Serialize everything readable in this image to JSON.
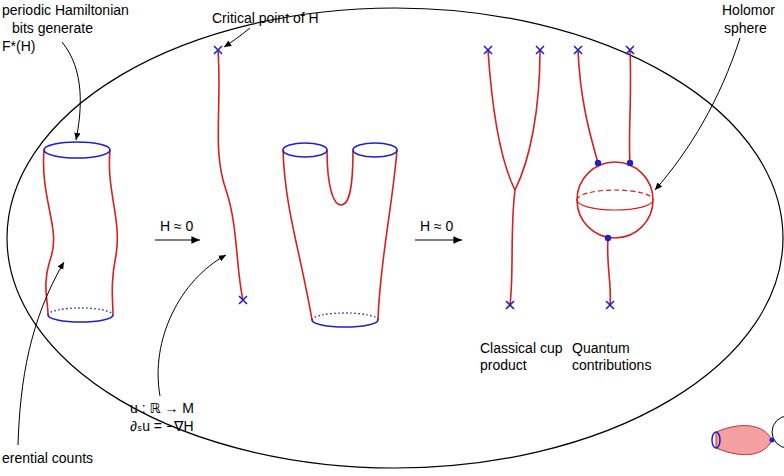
{
  "diagram": {
    "labels": [
      "periodic Hamiltonian",
      "bits generate",
      "F*(H)",
      "Critical point of H",
      "Holomor",
      "sphere",
      "H ≈ 0",
      "H ≈ 0",
      "u : ℝ → M",
      "∂ₛu = −∇H",
      "Classical cup product",
      "Quantum contributions",
      "erential counts"
    ]
  }
}
